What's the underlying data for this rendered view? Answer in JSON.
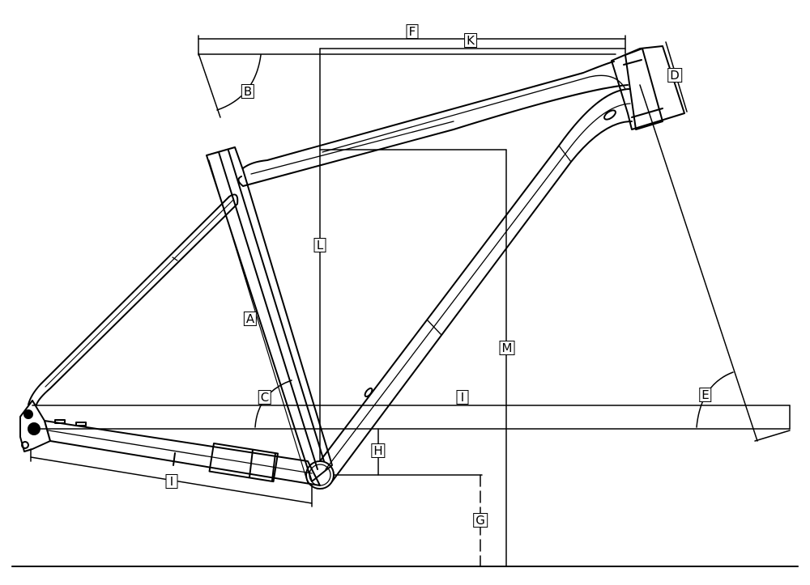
{
  "diagram": {
    "title_hidden": "",
    "colors": {
      "line": "#000000",
      "background": "#ffffff"
    },
    "labels": {
      "A": "A",
      "B": "B",
      "C": "C",
      "D": "D",
      "E": "E",
      "F": "F",
      "G": "G",
      "H": "H",
      "I": "I",
      "J": "I",
      "K": "K",
      "L": "L",
      "M": "M"
    }
  }
}
